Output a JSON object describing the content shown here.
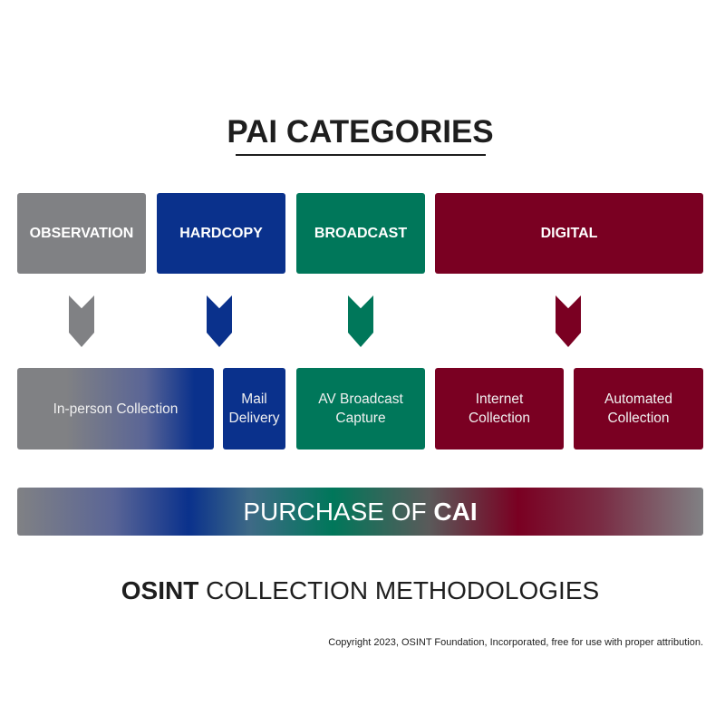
{
  "title": "PAI CATEGORIES",
  "categories": [
    {
      "label": "OBSERVATION",
      "color": "#808184"
    },
    {
      "label": "HARDCOPY",
      "color": "#0a318c"
    },
    {
      "label": "BROADCAST",
      "color": "#00775a"
    },
    {
      "label": "DIGITAL",
      "color": "#7a0022"
    }
  ],
  "methods": [
    {
      "line1": "In-person Collection",
      "line2": ""
    },
    {
      "line1": "Mail",
      "line2": "Delivery"
    },
    {
      "line1": "AV Broadcast",
      "line2": "Capture"
    },
    {
      "line1": "Internet",
      "line2": "Collection"
    },
    {
      "line1": "Automated",
      "line2": "Collection"
    }
  ],
  "bar": {
    "prefix": "PURCHASE OF ",
    "bold": "CAI"
  },
  "footer": {
    "bold": "OSINT",
    "rest": " COLLECTION METHODOLOGIES"
  },
  "copyright": "Copyright 2023, OSINT Foundation, Incorporated, free for use with proper attribution."
}
